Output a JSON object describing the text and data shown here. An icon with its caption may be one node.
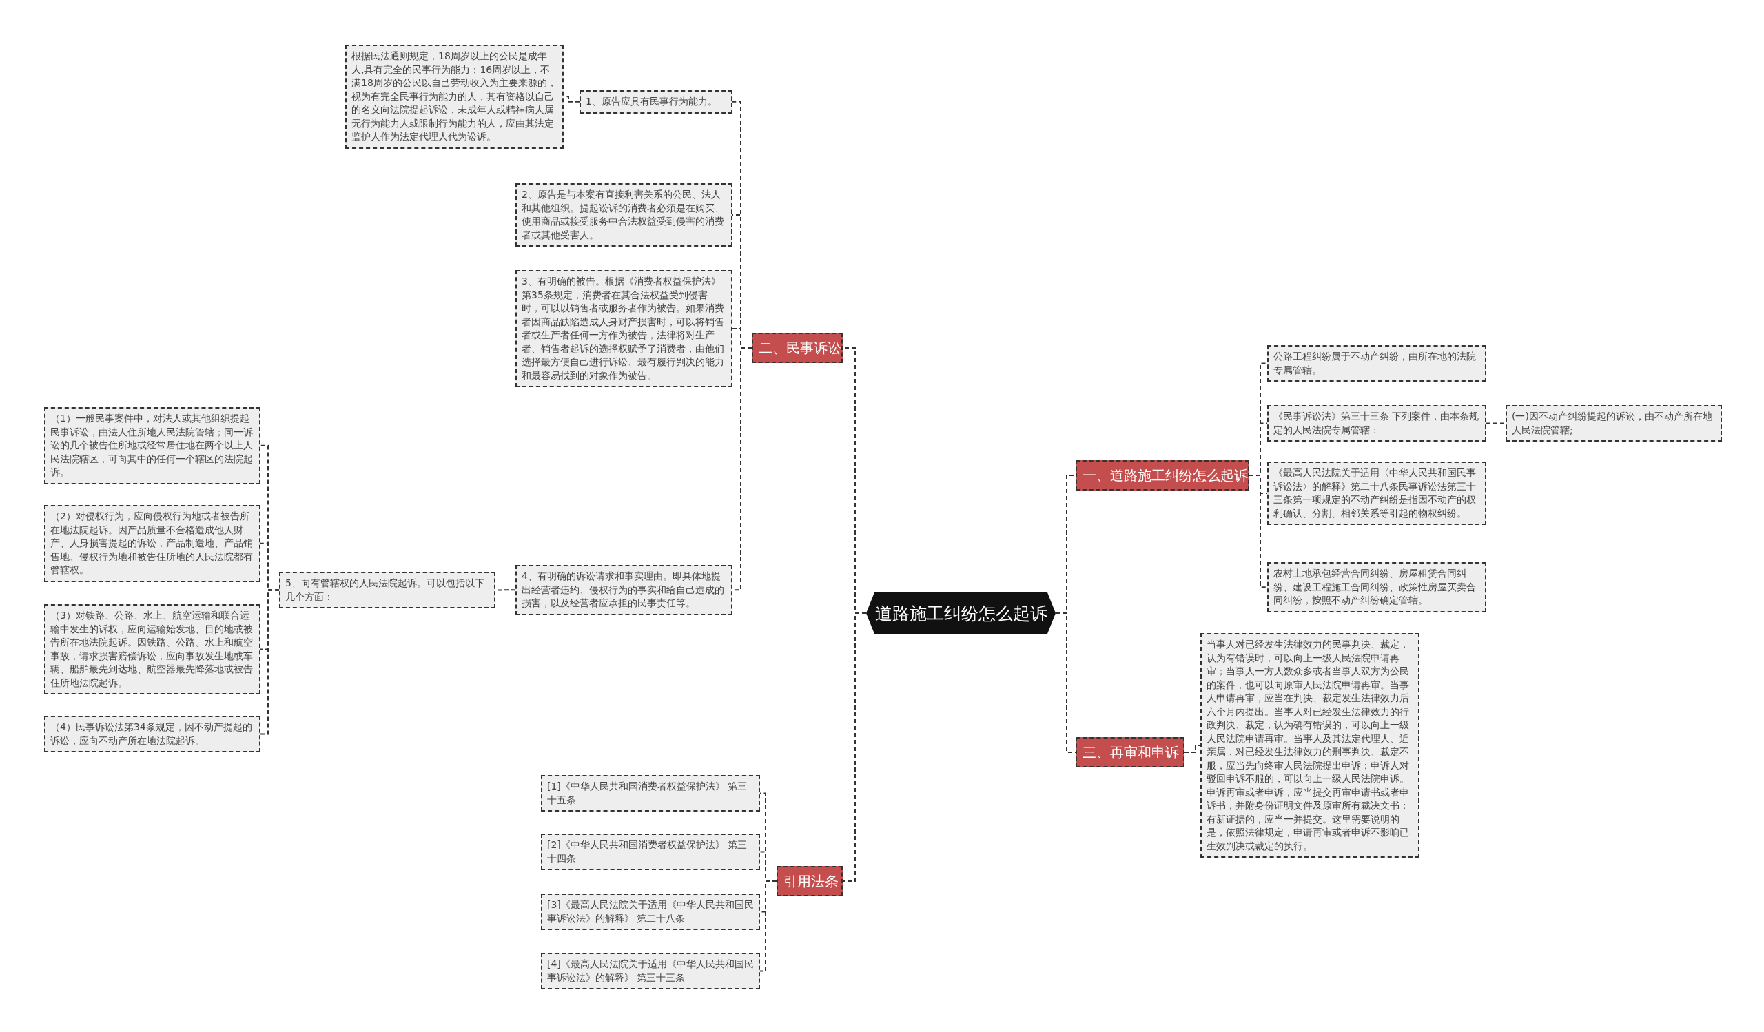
{
  "diagram": {
    "nodes": [
      {
        "text": [
          "道路施工纠纷怎么起诉"
        ]
      },
      {
        "text": [
          "二、民事诉讼"
        ]
      },
      {
        "text": [
          "1、原告应具有民事行为能力。"
        ]
      },
      {
        "text": [
          "根据民法通则规定，18周岁以上的公民是成年人,具有完全的民事行为能力；16周岁以上，不满18周岁的公民以自己劳动收入为主要来源的，视为有完全民事行为能力的人，其有资格以自己的名义向法院提起诉讼，未成年人或精神病人属无行为能力人或限制行为能力的人，应由其法定监护人作为法定代理人代为讼诉。"
        ]
      },
      {
        "text": [
          "2、原告是与本案有直接利害关系的公民、法人和其他组织。提起讼诉的消费者必须是在购买、使用商品或接受服务中合法权益受到侵害的消费者或其他受害人。"
        ]
      },
      {
        "text": [
          "3、有明确的被告。根据《消费者权益保护法》第35条规定，消费者在其合法权益受到侵害时，可以以销售者或服务者作为被告。如果消费者因商品缺陷造成人身财产损害时，可以将销售者或生产者任何一方作为被告，法律将对生产者、销售者起诉的选择权赋予了消费者，由他们选择最方便自己进行诉讼、最有履行判决的能力和最容易找到的对象作为被告。"
        ]
      },
      {
        "text": [
          "4、有明确的诉讼请求和事实理由。即具体地提出经营者违约、侵权行为的事实和给自己造成的损害，以及经营者应承担的民事责任等。"
        ]
      },
      {
        "text": [
          "5、向有管辖权的人民法院起诉。可以包括以下几个方面："
        ]
      },
      {
        "text": [
          "（1）一般民事案件中，对法人或其他组织提起民事诉讼，由法人住所地人民法院管辖；同一诉讼的几个被告住所地或经常居住地在两个以上人民法院辖区，可向其中的任何一个辖区的法院起诉。"
        ]
      },
      {
        "text": [
          "（2）对侵权行为，应向侵权行为地或者被告所在地法院起诉。因产品质量不合格造成他人财产、人身损害提起的诉讼，产品制造地、产品销售地、侵权行为地和被告住所地的人民法院都有管辖权。"
        ]
      },
      {
        "text": [
          "（3）对铁路、公路、水上、航空运输和联合运输中发生的诉权，应向运输始发地、目的地或被告所在地法院起诉。因铁路、公路、水上和航空事故，请求损害赔偿诉讼，应向事故发生地或车辆、船舶最先到达地、航空器最先降落地或被告住所地法院起诉。"
        ]
      },
      {
        "text": [
          "（4）民事诉讼法第34条规定，因不动产提起的诉讼，应向不动产所在地法院起诉。"
        ]
      },
      {
        "text": [
          "引用法条"
        ]
      },
      {
        "text": [
          "[1]《中华人民共和国消费者权益保护法》 第三十五条"
        ]
      },
      {
        "text": [
          "[2]《中华人民共和国消费者权益保护法》 第三十四条"
        ]
      },
      {
        "text": [
          "[3]《最高人民法院关于适用《中华人民共和国民事诉讼法》的解释》 第二十八条"
        ]
      },
      {
        "text": [
          "[4]《最高人民法院关于适用《中华人民共和国民事诉讼法》的解释》 第三十三条"
        ]
      },
      {
        "text": [
          "一、道路施工纠纷怎么起诉"
        ]
      },
      {
        "text": [
          "公路工程纠纷属于不动产纠纷，由所在地的法院专属管辖。"
        ]
      },
      {
        "text": [
          "《民事诉讼法》第三十三条 下列案件，由本条规定的人民法院专属管辖："
        ]
      },
      {
        "text": [
          "(一)因不动产纠纷提起的诉讼，由不动产所在地人民法院管辖;"
        ]
      },
      {
        "text": [
          "《最高人民法院关于适用〈中华人民共和国民事诉讼法〉的解释》第二十八条民事诉讼法第三十三条第一项规定的不动产纠纷是指因不动产的权利确认、分割、相邻关系等引起的物权纠纷。"
        ]
      },
      {
        "text": [
          "农村土地承包经营合同纠纷、房屋租赁合同纠纷、建设工程施工合同纠纷、政策性房屋买卖合同纠纷，按照不动产纠纷确定管辖。"
        ]
      },
      {
        "text": [
          "三、再审和申诉"
        ]
      },
      {
        "text": [
          "当事人对已经发生法律效力的民事判决、裁定，认为有错误时，可以向上一级人民法院申请再审；当事人一方人数众多或者当事人双方为公民的案件，也可以向原审人民法院申请再审。当事人申请再审，应当在判决、裁定发生法律效力后六个月内提出。当事人对已经发生法律效力的行政判决、裁定，认为确有错误的，可以向上一级人民法院申请再审。当事人及其法定代理人、近亲属，对已经发生法律效力的刑事判决、裁定不服，应当先向终审人民法院提出申诉；申诉人对驳回申诉不服的，可以向上一级人民法院申诉。申诉再审或者申诉，应当提交再审申请书或者申诉书，并附身份证明文件及原审所有裁决文书；有新证据的，应当一并提交。这里需要说明的是，依照法律规定，申请再审或者申诉不影响已生效判决或裁定的执行。"
        ]
      }
    ],
    "edges": [
      {
        "from": 0,
        "to": 1,
        "arrow": "none",
        "style": "dashed"
      },
      {
        "from": 1,
        "to": 2,
        "arrow": "none",
        "style": "dashed"
      },
      {
        "from": 2,
        "to": 3,
        "arrow": "none",
        "style": "dashed"
      },
      {
        "from": 1,
        "to": 4,
        "arrow": "none",
        "style": "dashed"
      },
      {
        "from": 1,
        "to": 5,
        "arrow": "none",
        "style": "dashed"
      },
      {
        "from": 1,
        "to": 6,
        "arrow": "none",
        "style": "dashed"
      },
      {
        "from": 6,
        "to": 7,
        "arrow": "none",
        "style": "dashed"
      },
      {
        "from": 7,
        "to": 8,
        "arrow": "none",
        "style": "dashed"
      },
      {
        "from": 7,
        "to": 9,
        "arrow": "none",
        "style": "dashed"
      },
      {
        "from": 7,
        "to": 10,
        "arrow": "none",
        "style": "dashed"
      },
      {
        "from": 7,
        "to": 11,
        "arrow": "none",
        "style": "dashed"
      },
      {
        "from": 0,
        "to": 12,
        "arrow": "none",
        "style": "dashed"
      },
      {
        "from": 12,
        "to": 13,
        "arrow": "none",
        "style": "dashed"
      },
      {
        "from": 12,
        "to": 14,
        "arrow": "none",
        "style": "dashed"
      },
      {
        "from": 12,
        "to": 15,
        "arrow": "none",
        "style": "dashed"
      },
      {
        "from": 12,
        "to": 16,
        "arrow": "none",
        "style": "dashed"
      },
      {
        "from": 0,
        "to": 17,
        "arrow": "none",
        "style": "dashed"
      },
      {
        "from": 17,
        "to": 18,
        "arrow": "none",
        "style": "dashed"
      },
      {
        "from": 17,
        "to": 19,
        "arrow": "none",
        "style": "dashed"
      },
      {
        "from": 19,
        "to": 20,
        "arrow": "none",
        "style": "dashed"
      },
      {
        "from": 17,
        "to": 21,
        "arrow": "none",
        "style": "dashed"
      },
      {
        "from": 17,
        "to": 22,
        "arrow": "none",
        "style": "dashed"
      },
      {
        "from": 0,
        "to": 23,
        "arrow": "none",
        "style": "dashed"
      },
      {
        "from": 23,
        "to": 24,
        "arrow": "none",
        "style": "dashed"
      }
    ]
  }
}
